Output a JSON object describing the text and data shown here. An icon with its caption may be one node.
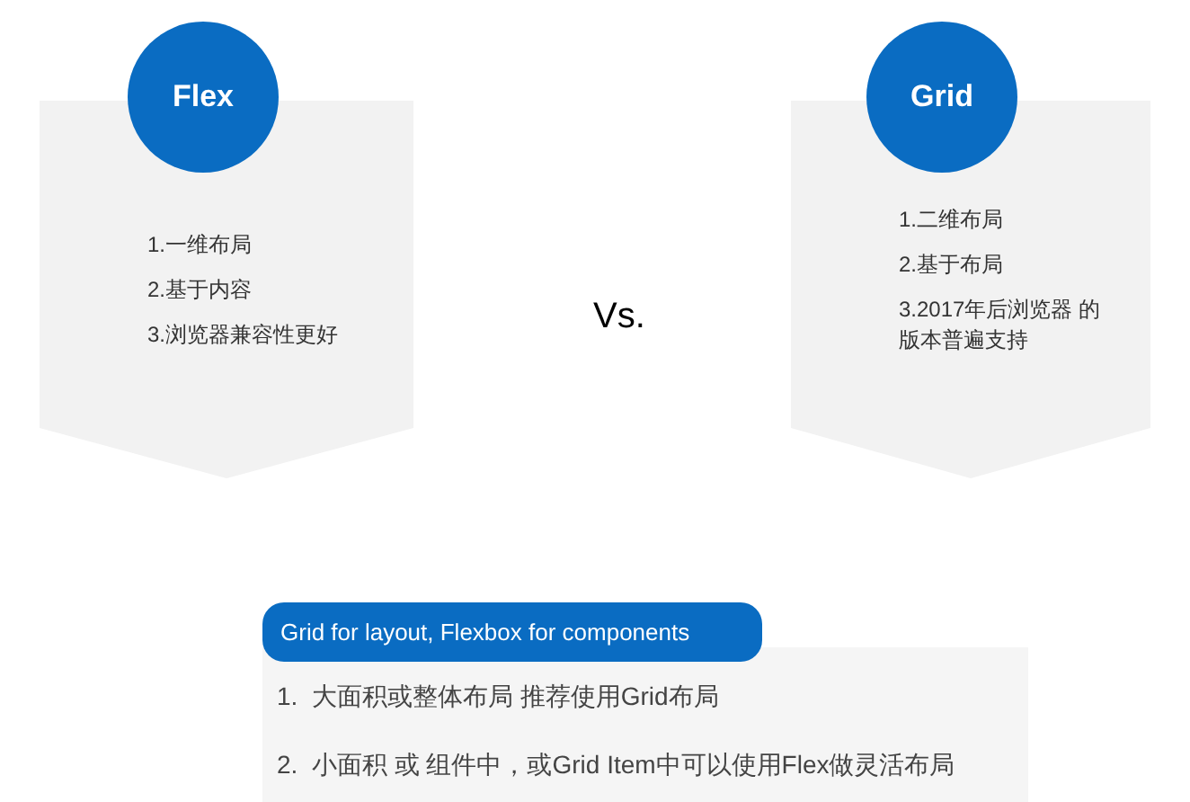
{
  "diagram": {
    "nodes": [
      {
        "text": [
          "Flex"
        ]
      },
      {
        "text": [
          "1.一维布局",
          "2.基于内容",
          "3.浏览器兼容性更好"
        ]
      },
      {
        "text": [
          "Grid"
        ]
      },
      {
        "text": [
          "1.二维布局",
          "2.基于布局",
          "3.2017年后浏览器 的版本普遍支持"
        ]
      },
      {
        "text": [
          "Grid for layout, Flexbox for components"
        ]
      },
      {
        "text": [
          "1.  大面积或整体布局 推荐使用Grid布局",
          "2.  小面积 或 组件中，或Grid Item中可以使用Flex做灵活布局"
        ]
      }
    ],
    "edges": [],
    "labels": [
      "Vs."
    ]
  }
}
